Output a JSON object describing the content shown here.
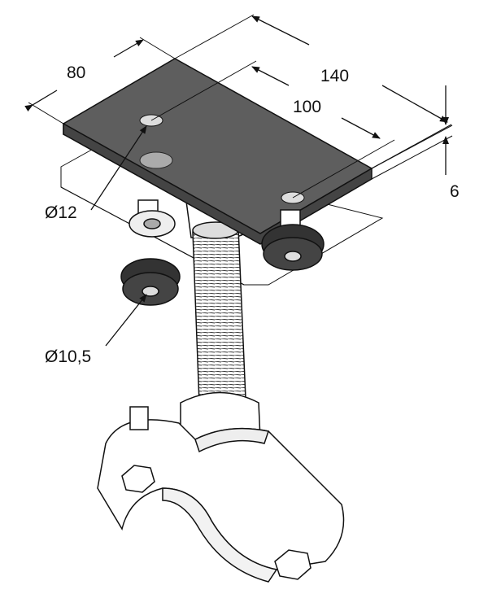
{
  "drawing": {
    "title": "Ceiling plate with threaded rod and pipe clamp",
    "dimensions": {
      "plate_width": "80",
      "plate_length": "140",
      "hole_spacing": "100",
      "plate_thickness": "6",
      "hole_diameter": "Ø12",
      "washer_hole_diameter": "Ø10,5"
    },
    "colors": {
      "plate": "#5a5a5a",
      "plate_top": "#6a6a6a",
      "washer": "#3c3c3c",
      "line": "#111111"
    }
  }
}
